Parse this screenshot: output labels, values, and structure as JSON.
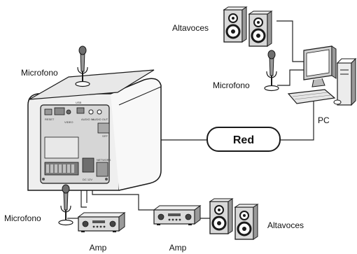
{
  "labels": {
    "speakers_top": "Altavoces",
    "mic_left": "Microfono",
    "mic_pc": "Microfono",
    "pc": "PC",
    "network": "Red",
    "mic_bottom": "Microfono",
    "speakers_bottom": "Altavoces",
    "amp_left": "Amp",
    "amp_right": "Amp"
  },
  "camera_labels": {
    "reset": "RESET",
    "video": "VIDEO",
    "usb": "USB",
    "audio_in": "AUDIO IN",
    "audio_out": "AUDIO OUT",
    "sfp": "SFP",
    "network": "NETWORK",
    "power": "DC 12V"
  },
  "colors": {
    "stroke": "#1a1a1a",
    "shade_light": "#e6e6e6",
    "shade_mid": "#c8c8c8",
    "shade_dark": "#8a8a8a",
    "cable": "#222222"
  }
}
